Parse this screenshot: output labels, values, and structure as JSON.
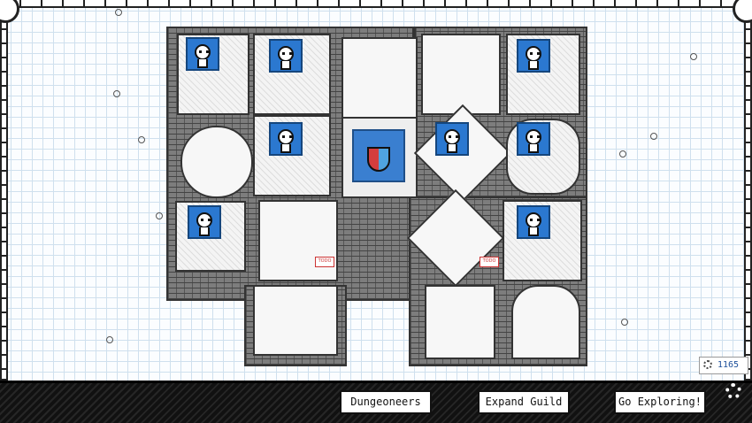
{
  "hud": {
    "gold": "1165",
    "gold_icon": "sun-coin-icon"
  },
  "buttons": {
    "dungeoneers": "Dungeoneers",
    "expand": "Expand Guild",
    "explore": "Go Exploring!"
  },
  "map": {
    "adventurers": [
      {
        "room": "top-left"
      },
      {
        "room": "stair-room"
      },
      {
        "room": "top-right"
      },
      {
        "room": "mid-left"
      },
      {
        "room": "mid-center-right"
      },
      {
        "room": "mid-right"
      },
      {
        "room": "lower-left"
      },
      {
        "room": "lower-right"
      }
    ],
    "crest_colors": {
      "left": "#d43d3d",
      "right": "#4fa3e0",
      "tile": "#3a7fd0"
    },
    "sign_text": "TODO"
  }
}
